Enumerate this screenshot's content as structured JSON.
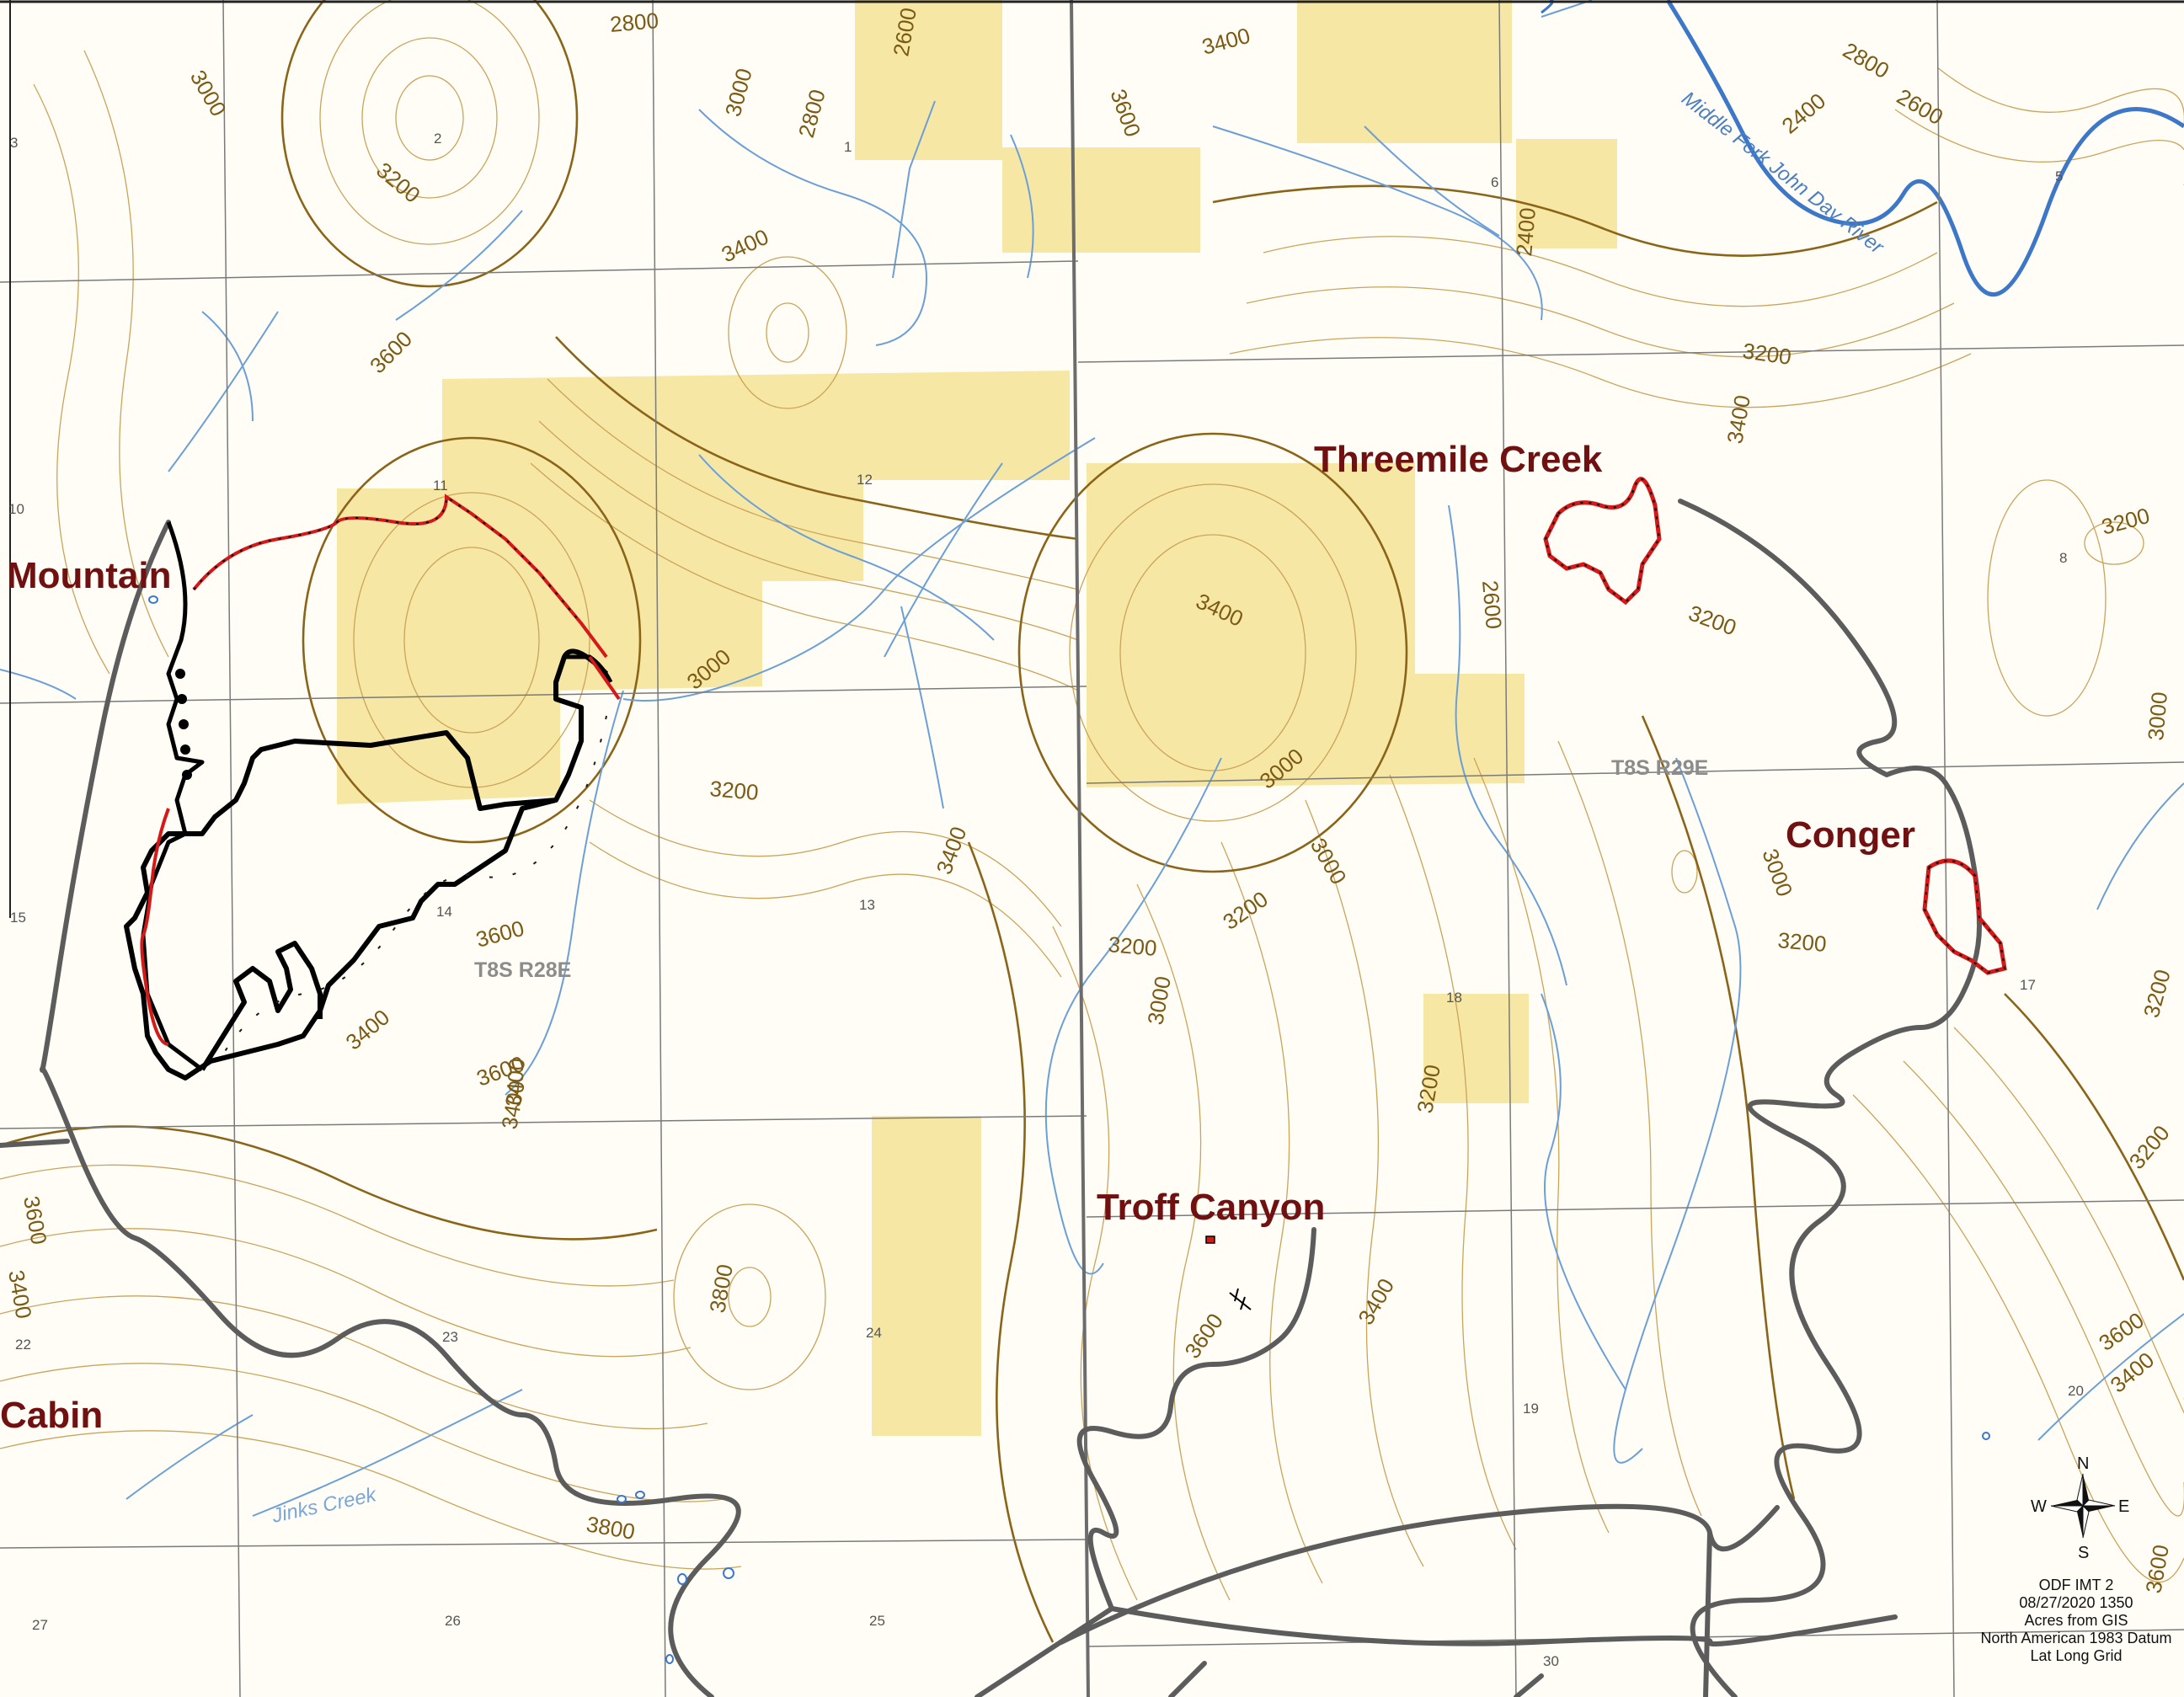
{
  "fire_labels": [
    {
      "id": "mountain",
      "text": "Mountain"
    },
    {
      "id": "threemile",
      "text": "Threemile Creek"
    },
    {
      "id": "conger",
      "text": "Conger"
    },
    {
      "id": "troff",
      "text": "Troff Canyon"
    },
    {
      "id": "cabin",
      "text": "Cabin"
    }
  ],
  "township_labels": [
    "T8S R28E",
    "T8S R29E"
  ],
  "water_labels": {
    "river": "Middle Fork John Day River",
    "creek": "Jinks Creek"
  },
  "section_numbers": [
    "3",
    "2",
    "1",
    "6",
    "5",
    "10",
    "11",
    "12",
    "8",
    "15",
    "14",
    "13",
    "18",
    "17",
    "22",
    "23",
    "24",
    "19",
    "20",
    "27",
    "26",
    "25",
    "30"
  ],
  "contour_labels": [
    "2800",
    "2600",
    "3400",
    "3600",
    "2800",
    "2600",
    "2400",
    "3000",
    "3200",
    "3000",
    "2800",
    "3600",
    "3400",
    "2400",
    "3200",
    "3600",
    "3200",
    "3400",
    "3200",
    "3400",
    "2600",
    "3000",
    "3200",
    "3000",
    "3000",
    "3200",
    "3400",
    "3600",
    "3400",
    "3200",
    "3400",
    "3000",
    "3200",
    "3000",
    "3200",
    "3200",
    "3400",
    "3600",
    "3600",
    "3400",
    "3800",
    "3200",
    "3400",
    "3800",
    "3600",
    "3600",
    "3400",
    "3000"
  ],
  "compass": {
    "n": "N",
    "s": "S",
    "e": "E",
    "w": "W"
  },
  "map_info": [
    "ODF IMT 2",
    "08/27/2020 1350",
    "Acres from GIS",
    "North American 1983 Datum",
    "Lat Long Grid"
  ],
  "colors": {
    "private_land": "#f7e7a4",
    "contour": "#caa45a",
    "index_contour": "#8a6418",
    "stream": "#6a9fd8",
    "road": "#5c5c5c",
    "fire_label": "#701010",
    "fire_perimeter": "#000000",
    "fire_line_red": "#d51818"
  }
}
